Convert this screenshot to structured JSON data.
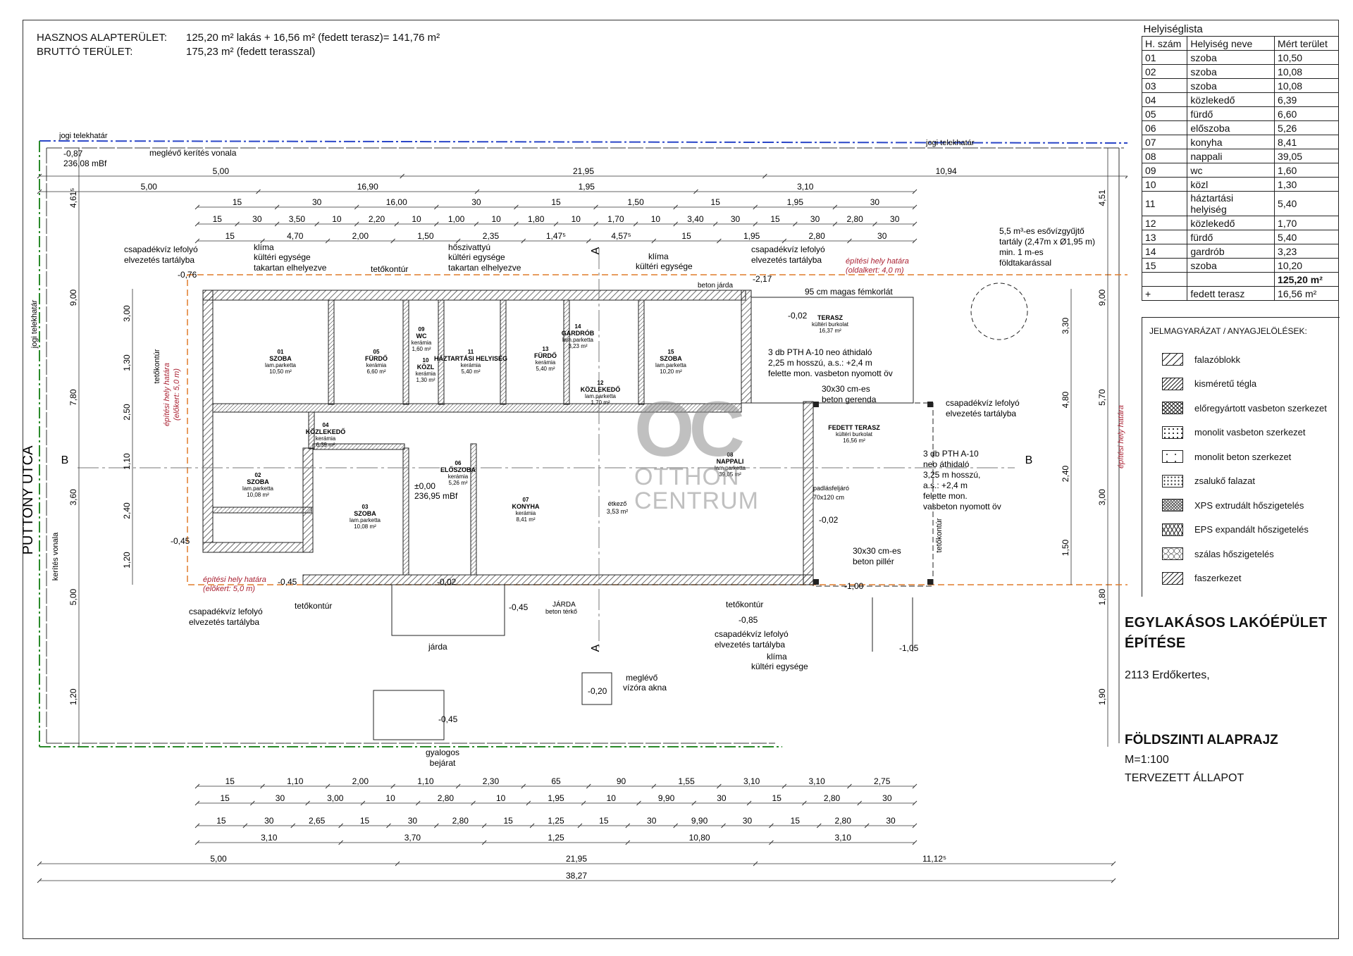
{
  "areas": {
    "useful_label": "HASZNOS ALAPTERÜLET:",
    "useful_value": "125,20 m² lakás + 16,56 m² (fedett terasz)= 141,76 m²",
    "gross_label": "BRUTTÓ TERÜLET:",
    "gross_value": "175,23 m² (fedett terasszal)"
  },
  "room_table": {
    "caption": "Helyiséglista",
    "headers": [
      "H. szám",
      "Helyiség neve",
      "Mért terület"
    ],
    "rows": [
      [
        "01",
        "szoba",
        "10,50"
      ],
      [
        "02",
        "szoba",
        "10,08"
      ],
      [
        "03",
        "szoba",
        "10,08"
      ],
      [
        "04",
        "közlekedő",
        "6,39"
      ],
      [
        "05",
        "fürdő",
        "6,60"
      ],
      [
        "06",
        "előszoba",
        "5,26"
      ],
      [
        "07",
        "konyha",
        "8,41"
      ],
      [
        "08",
        "nappali",
        "39,05"
      ],
      [
        "09",
        "wc",
        "1,60"
      ],
      [
        "10",
        "közl",
        "1,30"
      ],
      [
        "11",
        "háztartási helyiség",
        "5,40"
      ],
      [
        "12",
        "közlekedő",
        "1,70"
      ],
      [
        "13",
        "fürdő",
        "5,40"
      ],
      [
        "14",
        "gardrób",
        "3,23"
      ],
      [
        "15",
        "szoba",
        "10,20"
      ]
    ],
    "total": "125,20 m²",
    "extra": [
      "+",
      "fedett terasz",
      "16,56 m²"
    ]
  },
  "legend": {
    "title": "JELMAGYARÁZAT / ANYAGJELÖLÉSEK:",
    "items": [
      "falazóblokk",
      "kisméretű tégla",
      "előregyártott vasbeton szerkezet",
      "monolit vasbeton szerkezet",
      "monolit beton szerkezet",
      "zsalukő falazat",
      "XPS extrudált hőszigetelés",
      "EPS expandált hőszigetelés",
      "szálas hőszigetelés",
      "faszerkezet"
    ]
  },
  "title_block": {
    "project_line1": "EGYLAKÁSOS LAKÓÉPÜLET",
    "project_line2": "ÉPÍTÉSE",
    "address": "2113 Erdőkertes,",
    "drawing_title": "FÖLDSZINTI ALAPRAJZ",
    "scale": "M=1:100",
    "status": "TERVEZETT ÁLLAPOT"
  },
  "watermark": {
    "logo": "OC",
    "line1": "OTTHON",
    "line2": "CENTRUM"
  },
  "plan": {
    "street": "PUTTONY UTCA",
    "labels": {
      "legal_boundary": "jogi telekhatár",
      "existing_fence": "meglévő kerítés vonala",
      "fence_line": "kerítés vonala",
      "level_corner": "-0,87",
      "level_corner2": "236,08 mBf",
      "rain_tank_1": "5,5 m³-es esővízgyűjtő",
      "rain_tank_2": "tartály (2,47m x Ø1,95 m)",
      "rain_tank_3": "min. 1 m-es",
      "rain_tank_4": "földtakarással",
      "build_limit_side": "építési hely határa",
      "build_limit_side2": "(oldalkert: 4,0 m)",
      "build_limit_front": "építési hely határa",
      "build_limit_front2": "(előkert: 5,0 m)",
      "klima_1": "klíma",
      "klima_2": "kültéri egysége",
      "klima_3": "takartan elhelyezve",
      "heatpump_1": "hőszivattyú",
      "heatpump_2": "kültéri egysége",
      "heatpump_3": "takartan elhelyezve",
      "klima_b1": "klíma",
      "klima_b2": "kültéri egysége",
      "gutter_1": "csapadékvíz lefolyó",
      "gutter_2": "elvezetés tartályba",
      "roof_contour": "tetőkontúr",
      "railing": "95 cm magas fémkorlát",
      "lintel_1": "3 db PTH A-10 neo áthidaló",
      "lintel_2": "2,25 m hosszú, a.s.: +2,4 m",
      "lintel_3": "felette mon. vasbeton nyomott öv",
      "beam_1": "30x30 cm-es",
      "beam_2": "beton gerenda",
      "pillar_1": "30x30 cm-es",
      "pillar_2": "beton pillér",
      "lintel_b1": "3 db PTH A-10",
      "lintel_b2": "neo áthidaló",
      "lintel_b3": "3,25 m hosszú,",
      "lintel_b4": "a.s.: +2,4 m",
      "lintel_b5": "felette mon.",
      "lintel_b6": "vasbeton nyomott öv",
      "zero_level": "±0,00",
      "zero_level2": "236,95 mBf",
      "walkway": "JÁRDA",
      "walkway2": "beton térkő",
      "walk": "járda",
      "pedestrian_1": "gyalogos",
      "pedestrian_2": "bejárat",
      "water_meter_1": "meglévő",
      "water_meter_2": "vízóra akna",
      "level_m020": "-0,20",
      "level_m045": "-0,45",
      "level_m085": "-0,85",
      "level_m100": "-1,00",
      "level_m105": "-1,05",
      "level_m002": "-0,02",
      "level_m076": "-0,76",
      "level_m217": "-2,17",
      "concrete_walk": "beton járda",
      "section_a": "A",
      "section_b": "B",
      "attic_1": "padlásfeljáró",
      "attic_2": "70x120 cm"
    },
    "rooms": [
      {
        "no": "01",
        "name": "SZOBA",
        "floor": "lam.parketta",
        "area": "10,50 m²"
      },
      {
        "no": "02",
        "name": "SZOBA",
        "floor": "lam.parketta",
        "area": "10,08 m²"
      },
      {
        "no": "03",
        "name": "SZOBA",
        "floor": "lam.parketta",
        "area": "10,08 m²"
      },
      {
        "no": "04",
        "name": "KÖZLEKEDŐ",
        "floor": "kerámia",
        "area": "6,39 m²"
      },
      {
        "no": "05",
        "name": "FÜRDŐ",
        "floor": "kerámia",
        "area": "6,60 m²"
      },
      {
        "no": "06",
        "name": "ELŐSZOBA",
        "floor": "kerámia",
        "area": "5,26 m²"
      },
      {
        "no": "07",
        "name": "KONYHA",
        "floor": "kerámia",
        "area": "8,41 m²"
      },
      {
        "no": "08",
        "name": "NAPPALI",
        "floor": "lam.parketta",
        "area": "39,05 m²"
      },
      {
        "no": "09",
        "name": "WC",
        "floor": "kerámia",
        "area": "1,60 m²"
      },
      {
        "no": "10",
        "name": "KÖZL",
        "floor": "kerámia",
        "area": "1,30 m²"
      },
      {
        "no": "11",
        "name": "HÁZTARTÁSI HELYISÉG",
        "floor": "kerámia",
        "area": "5,40 m²"
      },
      {
        "no": "12",
        "name": "KÖZLEKEDŐ",
        "floor": "lam.parketta",
        "area": "1,70 m²"
      },
      {
        "no": "13",
        "name": "FÜRDŐ",
        "floor": "kerámia",
        "area": "5,40 m²"
      },
      {
        "no": "14",
        "name": "GARDRÓB",
        "floor": "lam.parketta",
        "area": "3,23 m²"
      },
      {
        "no": "15",
        "name": "SZOBA",
        "floor": "lam.parketta",
        "area": "10,20 m²"
      }
    ],
    "terrace": {
      "name": "TERASZ",
      "floor": "kültéri burkolat",
      "area": "16,37 m²"
    },
    "covered_terrace": {
      "name": "FEDETT TERASZ",
      "floor": "kültéri burkolat",
      "area": "16,56 m²"
    },
    "dining": {
      "name": "étkező",
      "area": "3,53 m²"
    },
    "top_dims": [
      [
        "5,00",
        "21,95",
        "10,94"
      ],
      [
        "5,00",
        "16,90",
        "1,95",
        "3,10"
      ],
      [
        "15",
        "30",
        "16,00",
        "30",
        "15",
        "1,50",
        "15",
        "1,95",
        "30"
      ],
      [
        "15",
        "30",
        "3,50",
        "10",
        "2,20",
        "10",
        "1,00",
        "10",
        "1,80",
        "10",
        "1,70",
        "10",
        "3,40",
        "30",
        "15",
        "30",
        "2,80",
        "30"
      ],
      [
        "15",
        "4,70",
        "2,00",
        "1,50",
        "2,35",
        "1,47⁵",
        "4,57⁵",
        "15",
        "1,95",
        "2,80",
        "30"
      ]
    ],
    "bottom_dims": [
      [
        "15",
        "1,10",
        "2,00",
        "1,10",
        "2,30",
        "65",
        "90",
        "1,55",
        "3,10",
        "3,10",
        "2,75"
      ],
      [
        "15",
        "30",
        "3,00",
        "10",
        "2,80",
        "10",
        "1,95",
        "10",
        "9,90",
        "30",
        "15",
        "2,80",
        "30"
      ],
      [
        "15",
        "30",
        "2,65",
        "15",
        "30",
        "2,80",
        "15",
        "1,25",
        "15",
        "30",
        "9,90",
        "30",
        "15",
        "2,80",
        "30"
      ],
      [
        "3,10",
        "3,70",
        "1,25",
        "10,80",
        "3,10"
      ],
      [
        "5,00",
        "21,95",
        "11,12⁵"
      ],
      [
        "38,27"
      ]
    ],
    "left_dims": [
      "4,61⁵",
      "9,00",
      "7,80",
      "3,60",
      "5,00",
      "1,20",
      "3,00",
      "1,30",
      "2,50",
      "1,10",
      "2,40",
      "1,20"
    ],
    "right_dims": [
      "4,51",
      "9,00",
      "5,70",
      "3,00",
      "1,80",
      "1,90",
      "3,30",
      "4,80",
      "2,40",
      "1,50"
    ]
  }
}
